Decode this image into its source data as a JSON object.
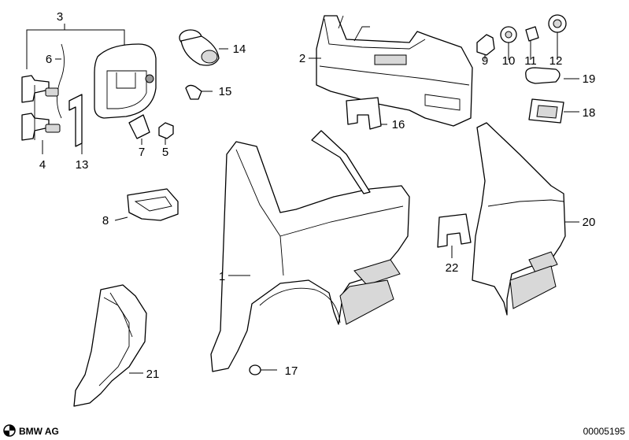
{
  "labels": {
    "n1": "1",
    "n2": "2",
    "n3": "3",
    "n4": "4",
    "n5": "5",
    "n6": "6",
    "n7": "7",
    "n8": "8",
    "n9": "9",
    "n10": "10",
    "n11": "11",
    "n12": "12",
    "n13": "13",
    "n14": "14",
    "n15": "15",
    "n16": "16",
    "n17": "17",
    "n18": "18",
    "n19": "19",
    "n20": "20",
    "n21": "21",
    "n22": "22"
  },
  "footer": {
    "brand": "BMW AG",
    "diagram_number": "00005195"
  }
}
